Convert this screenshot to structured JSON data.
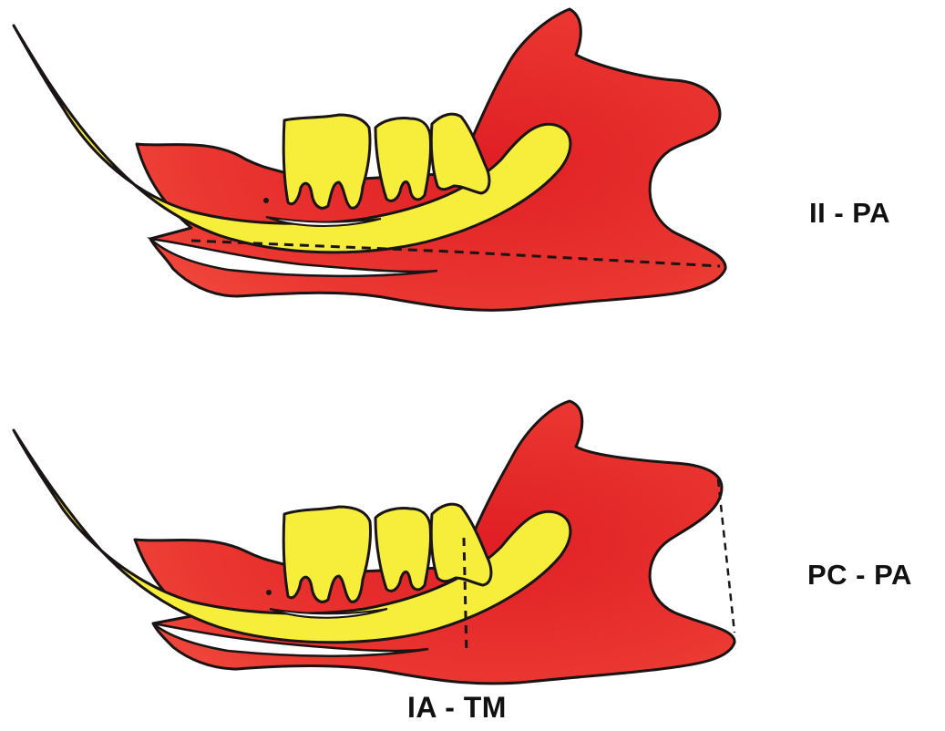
{
  "labels": {
    "top_right": "II - PA",
    "bottom_right": "PC - PA",
    "bottom_center": "IA - TM"
  },
  "colors": {
    "bone": "#e8302e",
    "bone_shade": "#d42226",
    "tooth": "#f6ee3a",
    "outline": "#1a1414",
    "background": "#ffffff"
  },
  "diagrams": [
    {
      "name": "mandible-top",
      "measurement": "II - PA"
    },
    {
      "name": "mandible-bottom",
      "measurement": "PC - PA / IA - TM"
    }
  ]
}
